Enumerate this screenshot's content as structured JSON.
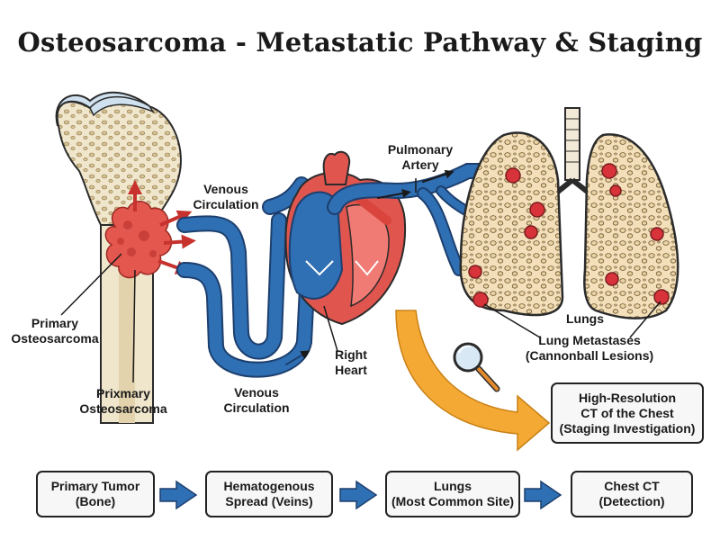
{
  "title": "Osteosarcoma - Metastatic Pathway & Staging",
  "labels": {
    "venous_top": [
      "Venous",
      "Circulation"
    ],
    "pulmonary_artery": [
      "Pulmonary",
      "Artery"
    ],
    "primary_left": [
      "Primary",
      "Osteosarcoma"
    ],
    "primary_bottom": [
      "Prixmary",
      "Osteosarcoma"
    ],
    "venous_bottom": [
      "Venous",
      "Circulation"
    ],
    "right_heart": [
      "Right",
      "Heart"
    ],
    "lungs": "Lungs",
    "lung_metastases": [
      "Lung Metastases",
      "(Cannonball Lesions)"
    ]
  },
  "ct_box": [
    "High-Resolution",
    "CT of the Chest",
    "(Staging Investigation)"
  ],
  "flow": [
    {
      "line1": "Primary Tumor",
      "line2": "(Bone)"
    },
    {
      "line1": "Hematogenous",
      "line2": "Spread (Veins)"
    },
    {
      "line1": "Lungs",
      "line2": "(Most Common Site)"
    },
    {
      "line1": "Chest CT",
      "line2": "(Detection)"
    }
  ],
  "colors": {
    "vein": "#2f6fb3",
    "vein_dark": "#1d3f6e",
    "heart_red": "#e0564f",
    "tumor": "#e4574e",
    "lung_fill": "#f1dcb4",
    "bone_fill": "#f0e6cc",
    "bone_marrow": "#d9c8a0",
    "cartilage": "#cfe0ef",
    "orange_arrow": "#f4a935",
    "lesion": "#d8333a",
    "flow_arrow": "#2f6fb3"
  },
  "icons": [
    "magnifier-icon"
  ]
}
